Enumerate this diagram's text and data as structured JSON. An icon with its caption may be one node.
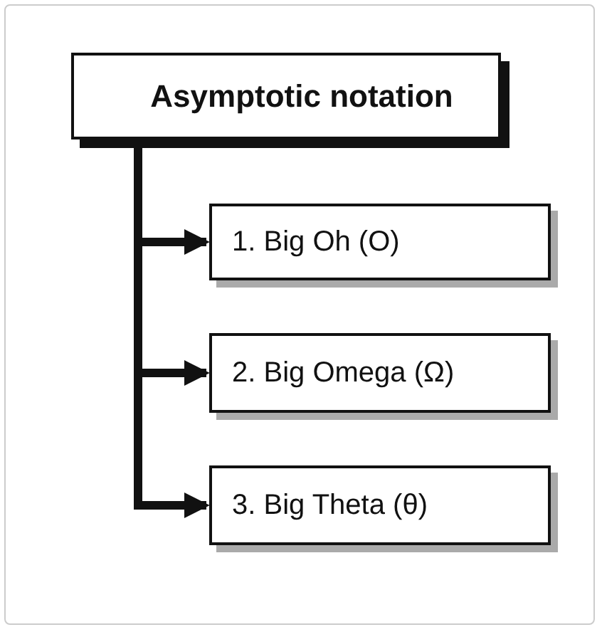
{
  "diagram": {
    "nodes": [
      {
        "text": [
          "Asymptotic notation"
        ]
      },
      {
        "text": [
          "1. Big Oh (O)"
        ]
      },
      {
        "text": [
          "2. Big Omega (Ω)"
        ]
      },
      {
        "text": [
          "3. Big Theta (θ)"
        ]
      }
    ],
    "edges": [
      {
        "from": 0,
        "to": 1,
        "arrow": "to"
      },
      {
        "from": 0,
        "to": 2,
        "arrow": "to"
      },
      {
        "from": 0,
        "to": 3,
        "arrow": "to"
      }
    ]
  }
}
